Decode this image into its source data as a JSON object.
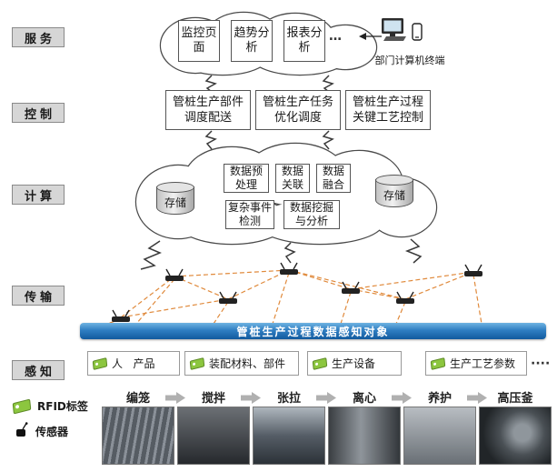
{
  "layer_labels": [
    {
      "label": "服务"
    },
    {
      "label": "控制"
    },
    {
      "label": "计算"
    },
    {
      "label": "传输"
    },
    {
      "label": "感知"
    }
  ],
  "service": {
    "boxes": [
      {
        "label": "监控页面"
      },
      {
        "label": "趋势分析"
      },
      {
        "label": "报表分析"
      }
    ],
    "ellipsis": "…",
    "terminal_label": "部门计算机终端"
  },
  "control": {
    "boxes": [
      {
        "label": "管桩生产部件调度配送"
      },
      {
        "label": "管桩生产任务优化调度"
      },
      {
        "label": "管桩生产过程关键工艺控制"
      }
    ]
  },
  "compute": {
    "storage_left": "存储",
    "storage_right": "存储",
    "row1": [
      {
        "label": "数据预处理"
      },
      {
        "label": "数据关联"
      },
      {
        "label": "数据融合"
      }
    ],
    "row2": [
      {
        "label": "复杂事件检测"
      },
      {
        "label": "数据挖掘与分析"
      }
    ]
  },
  "perception": {
    "bar_title": "管桩生产过程数据感知对象",
    "boxes": [
      {
        "label": "人   产品"
      },
      {
        "label": "装配材料、部件"
      },
      {
        "label": "生产设备"
      },
      {
        "label": "生产工艺参数"
      }
    ],
    "ellipsis": "····"
  },
  "process_steps": [
    {
      "label": "编笼"
    },
    {
      "label": "搅拌"
    },
    {
      "label": "张拉"
    },
    {
      "label": "离心"
    },
    {
      "label": "养护"
    },
    {
      "label": "高压釜"
    }
  ],
  "legend": {
    "rfid_label": "RFID标签",
    "sensor_label": "传感器"
  },
  "colors": {
    "bar_blue": "#2f7ec2",
    "rfid_green": "#8cc63f",
    "mesh_orange": "#e08a3c",
    "layer_box_gray": "#d6d6d6"
  }
}
